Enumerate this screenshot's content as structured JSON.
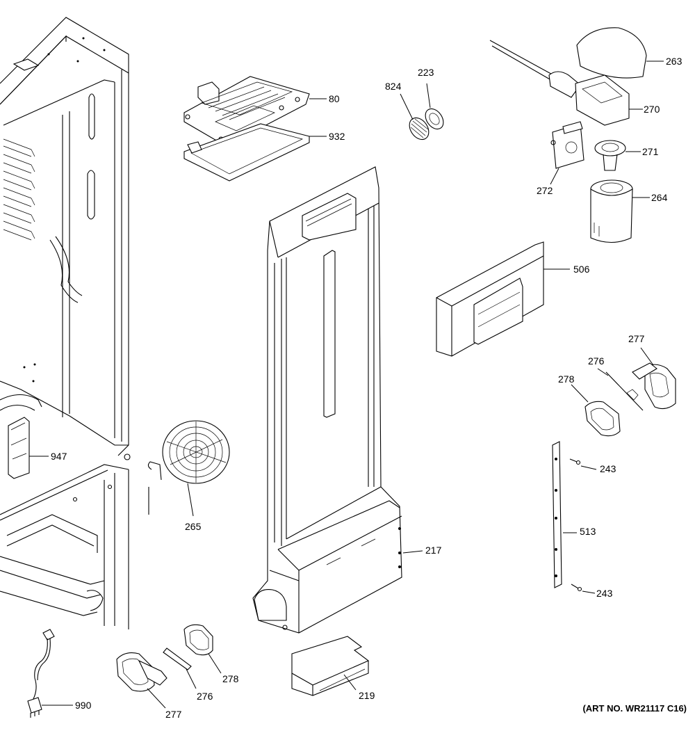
{
  "diagram": {
    "art_number": "(ART NO. WR21117 C16)",
    "callouts": {
      "p80": "80",
      "p932": "932",
      "p824": "824",
      "p223": "223",
      "p263": "263",
      "p270": "270",
      "p271": "271",
      "p272": "272",
      "p264": "264",
      "p506": "506",
      "p277_right": "277",
      "p276_right": "276",
      "p278_right": "278",
      "p243_top": "243",
      "p513": "513",
      "p243_bottom": "243",
      "p947": "947",
      "p265": "265",
      "p217": "217",
      "p219": "219",
      "p990": "990",
      "p277_bottom": "277",
      "p276_bottom": "276",
      "p278_bottom": "278"
    }
  }
}
